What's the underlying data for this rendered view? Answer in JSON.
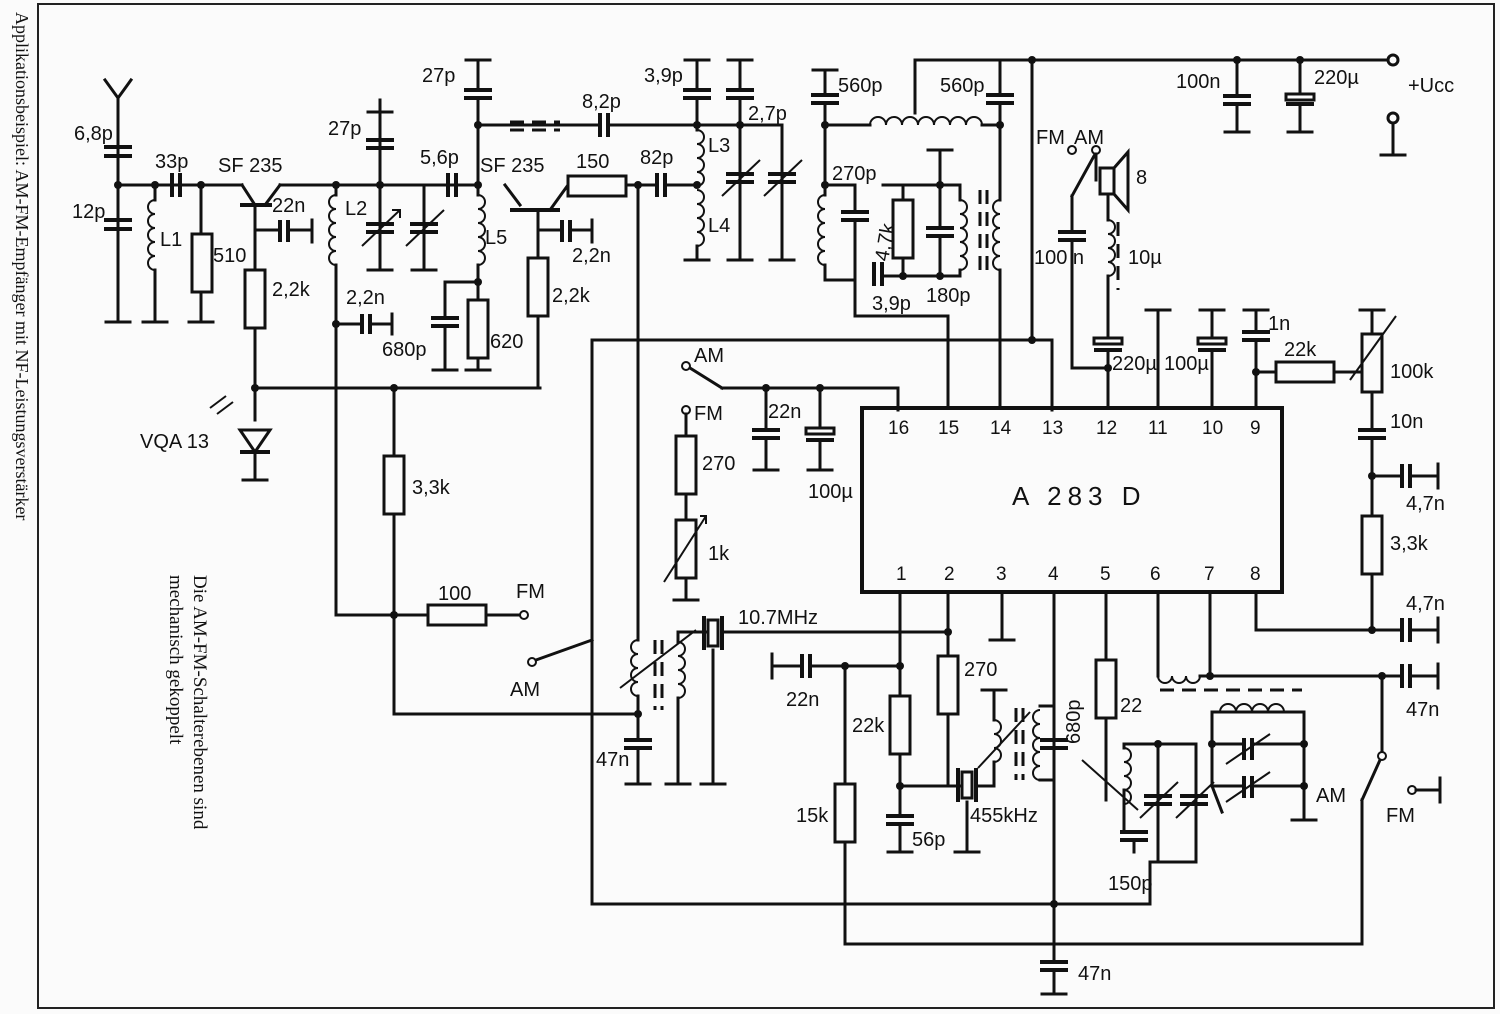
{
  "side_title": "Applikationsbeispiel: AM-FM-Empfänger mit NF-Leistungsverstärker",
  "caption_line1": "Die AM-FM-Schalterebenen sind",
  "caption_line2": "mechanisch gekoppelt",
  "ic": {
    "name": "A 283 D",
    "pins_top": [
      "16",
      "15",
      "14",
      "13",
      "12",
      "11",
      "10",
      "9"
    ],
    "pins_bottom": [
      "1",
      "2",
      "3",
      "4",
      "5",
      "6",
      "7",
      "8"
    ]
  },
  "components": {
    "c_6p8": "6,8p",
    "c_12p": "12p",
    "c_33p": "33p",
    "r_510": "510",
    "l1": "L1",
    "t1": "SF 235",
    "c_22n_a": "22n",
    "r_2k2_a": "2,2k",
    "c_27p_a": "27p",
    "l2": "L2",
    "c_2n2_a": "2,2n",
    "c_680p_a": "680p",
    "c_5p6": "5,6p",
    "t2": "SF 235",
    "l5": "L5",
    "r_620": "620",
    "c_2n2_b": "2,2n",
    "r_2k2_b": "2,2k",
    "c_27p_b": "27p",
    "c_8p2": "8,2p",
    "r_150": "150",
    "c_82p": "82p",
    "c_3p9_a": "3,9p",
    "c_2p7": "2,7p",
    "l3": "L3",
    "l4": "L4",
    "c_560p_a": "560p",
    "c_560p_b": "560p",
    "c_270p": "270p",
    "r_4k7": "4,7k",
    "c_3p9_b": "3,9p",
    "c_180p": "180p",
    "c_100n_a": "100n",
    "c_220u_a": "220µ",
    "ucc": "+Ucc",
    "sw_fm_top": "FM",
    "sw_am_top": "AM",
    "speaker": "8",
    "c_100n_b": "100 n",
    "l_10u": "10µ",
    "c_220u_b": "220µ",
    "c_100u_a": "100µ",
    "c_1n": "1n",
    "r_22k_a": "22k",
    "r_100k": "100k",
    "c_10n": "10n",
    "c_4n7_a": "4,7n",
    "r_3k3_a": "3,3k",
    "c_4n7_b": "4,7n",
    "c_47n_a": "47n",
    "sw_am_b": "AM",
    "sw_fm_b": "FM",
    "d_vqa": "VQA 13",
    "r_3k3_b": "3,3k",
    "r_100": "100",
    "sw_fm_mid": "FM",
    "sw_am_mid": "AM",
    "sw_am_upper": "AM",
    "sw_fm_upper": "FM",
    "r_270_a": "270",
    "c_22n_b": "22n",
    "c_100u_b": "100µ",
    "r_1k": "1k",
    "c_47n_b": "47n",
    "xtal_10_7": "10.7MHz",
    "c_22n_c": "22n",
    "r_22k_b": "22k",
    "r_15k": "15k",
    "c_56p": "56p",
    "r_270_b": "270",
    "xtal_455": "455kHz",
    "c_680p_b": "680p",
    "r_22": "22",
    "c_150p": "150p",
    "c_47n_c": "47n"
  }
}
